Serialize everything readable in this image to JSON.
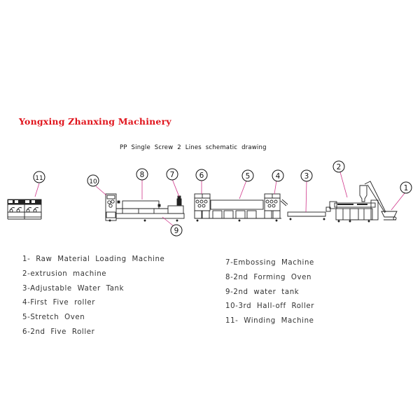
{
  "header": {
    "brand": "Yongxing Zhanxing Machinery",
    "brand_color": "#e0141c",
    "subtitle": "PP Single Screw 2 Lines schematic drawing"
  },
  "diagram": {
    "callouts": [
      {
        "number": "1",
        "component": "raw-material-loader"
      },
      {
        "number": "2",
        "component": "extruder"
      },
      {
        "number": "3",
        "component": "water-tank"
      },
      {
        "number": "4",
        "component": "first-five-roller"
      },
      {
        "number": "5",
        "component": "stretch-oven"
      },
      {
        "number": "6",
        "component": "second-five-roller"
      },
      {
        "number": "7",
        "component": "embossing-machine"
      },
      {
        "number": "8",
        "component": "forming-oven"
      },
      {
        "number": "9",
        "component": "second-water-tank"
      },
      {
        "number": "10",
        "component": "haul-off-roller"
      },
      {
        "number": "11",
        "component": "winding-machine"
      }
    ],
    "leader_color": "#d0358a"
  },
  "legend": {
    "left": [
      "1- Raw Material Loading Machine",
      "2-extrusion machine",
      "3-Adjustable Water Tank",
      "4-First Five roller",
      "5-Stretch Oven",
      "6-2nd Five Roller"
    ],
    "right": [
      "7-Embossing Machine",
      "8-2nd Forming Oven",
      "9-2nd water tank",
      "10-3rd Hall-off Roller",
      "11- Winding Machine"
    ]
  }
}
